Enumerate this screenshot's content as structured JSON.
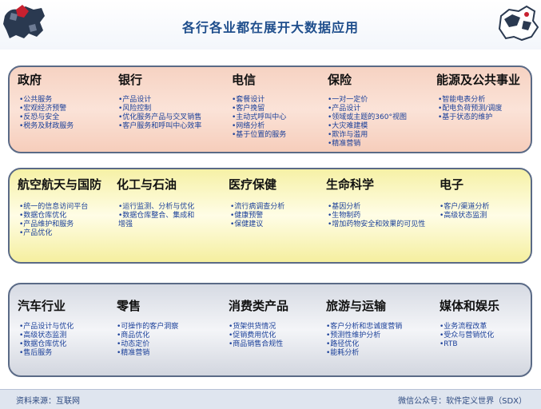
{
  "header": {
    "title": "各行各业都在展开大数据应用"
  },
  "rows": [
    {
      "sectors": [
        {
          "name": "政府",
          "items": [
            "•公共服务",
            "•宏观经济预警",
            "•反恐与安全",
            "•税务及财政服务"
          ]
        },
        {
          "name": "银行",
          "items": [
            "•产品设计",
            "•风险控制",
            "•优化服务产品与交叉销售",
            "•客户服务和呼叫中心效率"
          ]
        },
        {
          "name": "电信",
          "items": [
            "•套餐设计",
            "•客户挽留",
            "•主动式呼叫中心",
            "•网络分析",
            "•基于位置的服务"
          ]
        },
        {
          "name": "保险",
          "items": [
            "•一对一定价",
            "•产品设计",
            "•领域或主题的360°视图",
            "•大灾难建模",
            "•欺诈与滥用",
            "•精准营销"
          ]
        },
        {
          "name": "能源及公共事业",
          "items": [
            "•智能电表分析",
            "•配电负荷预测/调度",
            "•基于状态的维护"
          ]
        }
      ]
    },
    {
      "sectors": [
        {
          "name": "航空航天与国防",
          "items": [
            "•统一的信息访问平台",
            "•数据仓库优化",
            "•产品维护和服务",
            "•产品优化"
          ]
        },
        {
          "name": "化工与石油",
          "items": [
            "•运行监测、分析与优化",
            "•数据仓库整合、集成和增强"
          ]
        },
        {
          "name": "医疗保健",
          "items": [
            "•流行病调查分析",
            "•健康预警",
            "•保健建议"
          ]
        },
        {
          "name": "生命科学",
          "items": [
            "•基因分析",
            "•生物制药",
            "•增加药物安全和效果的可见性"
          ]
        },
        {
          "name": "电子",
          "items": [
            "•客户/渠道分析",
            "•高级状态监测"
          ]
        }
      ]
    },
    {
      "sectors": [
        {
          "name": "汽车行业",
          "items": [
            "•产品设计与优化",
            "•高级状态监测",
            "•数据仓库优化",
            "•售后服务"
          ]
        },
        {
          "name": "零售",
          "items": [
            "•可操作的客户洞察",
            "•商品优化",
            "•动态定价",
            "•精准营销"
          ]
        },
        {
          "name": "消费类产品",
          "items": [
            "•货架供货情况",
            "•促销费用优化",
            "•商品销售合规性"
          ]
        },
        {
          "name": "旅游与运输",
          "items": [
            "•客户分析和忠诚度营销",
            "•预测性维护分析",
            "•路径优化",
            "•能耗分析"
          ]
        },
        {
          "name": "媒体和娱乐",
          "items": [
            "•业务流程改革",
            "•受众与营销优化",
            "•RTB"
          ]
        }
      ]
    }
  ],
  "footer": {
    "source": "资料来源：互联网",
    "wechat": "微信公众号：软件定义世界（SDX）"
  }
}
